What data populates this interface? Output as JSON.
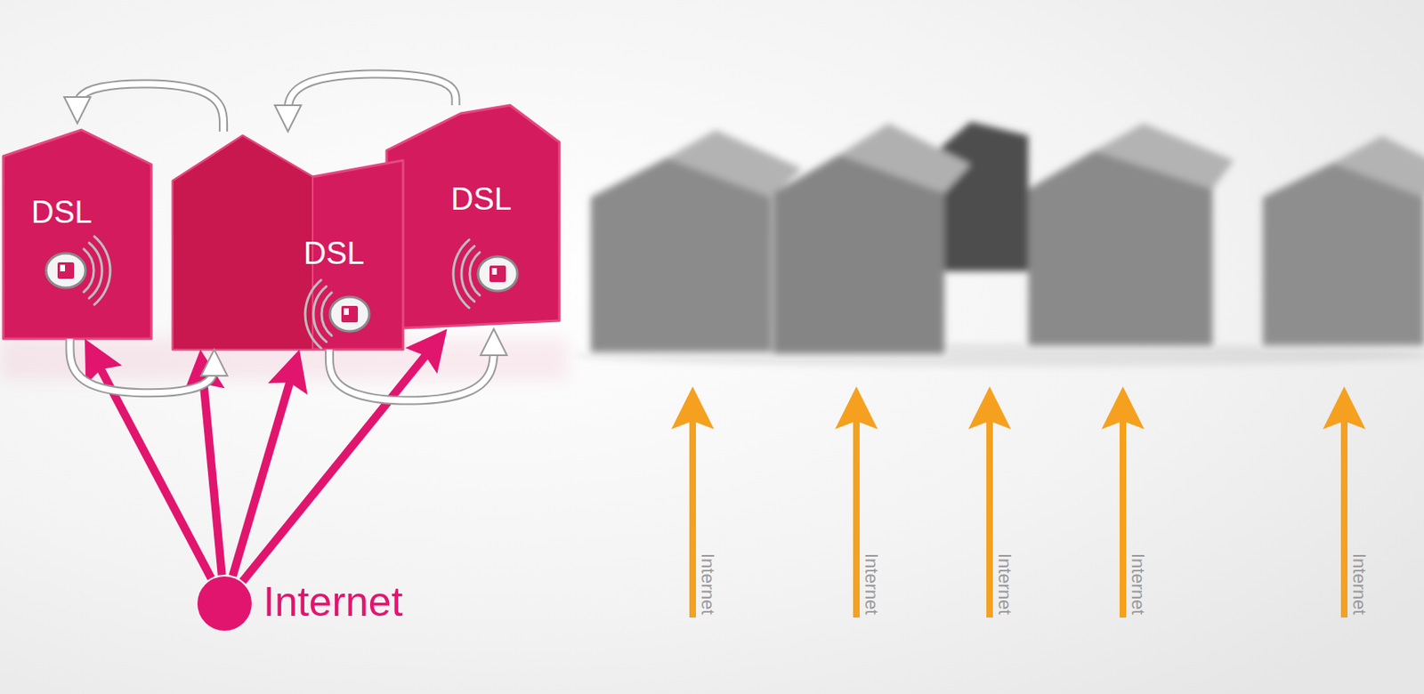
{
  "diagram": {
    "nodes": [
      {
        "text": [
          "DSL"
        ]
      },
      {
        "text": [
          "DSL"
        ]
      },
      {
        "text": [
          "DSL"
        ]
      },
      {
        "text": [
          "Internet"
        ]
      }
    ],
    "edges": [
      {
        "from": 3,
        "to": 0,
        "arrow": "to"
      },
      {
        "from": 3,
        "to": 1,
        "arrow": "to"
      },
      {
        "from": 3,
        "to": 1,
        "arrow": "to"
      },
      {
        "from": 3,
        "to": 2,
        "arrow": "to"
      },
      {
        "from": 1,
        "to": 0,
        "arrow": "to"
      },
      {
        "from": 0,
        "to": 1,
        "arrow": "to"
      },
      {
        "from": 2,
        "to": 1,
        "arrow": "to"
      },
      {
        "from": 1,
        "to": 2,
        "arrow": "to"
      }
    ],
    "labels": [
      "Internet",
      "Internet",
      "Internet",
      "Internet",
      "Internet"
    ]
  }
}
